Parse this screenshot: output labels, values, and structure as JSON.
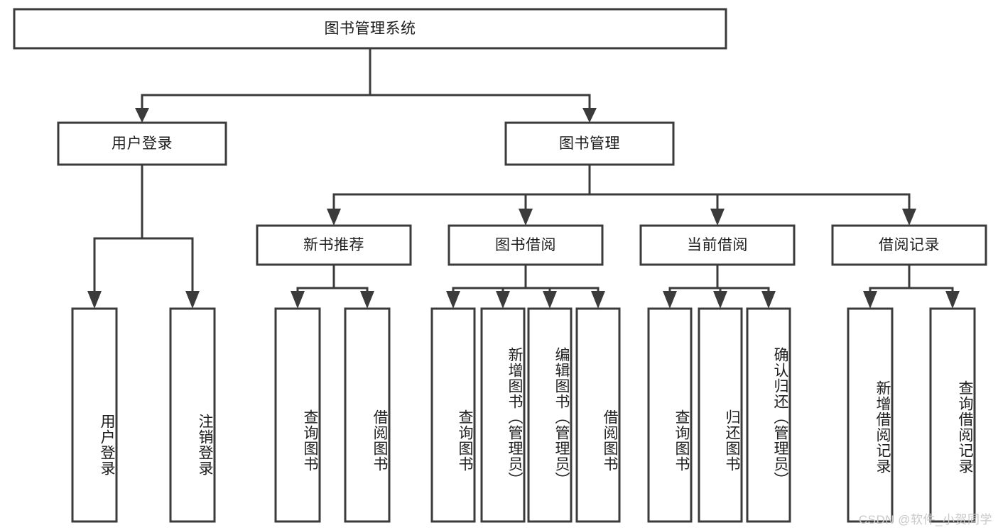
{
  "diagram": {
    "type": "tree-hierarchy",
    "title": "图书管理系统",
    "colors": {
      "box_stroke": "#3b3b3b",
      "box_fill": "#ffffff",
      "text": "#1d1d1d",
      "connector": "#3b3b3b",
      "watermark": "#c9c9c9",
      "background": "#ffffff"
    },
    "root": {
      "label": "图书管理系统"
    },
    "level2": [
      {
        "label": "用户登录"
      },
      {
        "label": "图书管理"
      }
    ],
    "level3": [
      {
        "label": "新书推荐"
      },
      {
        "label": "图书借阅"
      },
      {
        "label": "当前借阅"
      },
      {
        "label": "借阅记录"
      }
    ],
    "leaves": {
      "user_login": [
        {
          "label": "用户登录"
        },
        {
          "label": "注销登录"
        }
      ],
      "new_book_recommend": [
        {
          "label": "查询图书"
        },
        {
          "label": "借阅图书"
        }
      ],
      "book_borrow": [
        {
          "label": "查询图书"
        },
        {
          "label": "新增图书（管理员）"
        },
        {
          "label": "编辑图书（管理员）"
        },
        {
          "label": "借阅图书"
        }
      ],
      "current_borrow": [
        {
          "label": "查询图书"
        },
        {
          "label": "归还图书"
        },
        {
          "label": "确认归还（管理员）"
        }
      ],
      "borrow_records": [
        {
          "label": "新增借阅记录"
        },
        {
          "label": "查询借阅记录"
        }
      ]
    }
  },
  "watermark": {
    "text": "CSDN @软件_小贺同学"
  }
}
